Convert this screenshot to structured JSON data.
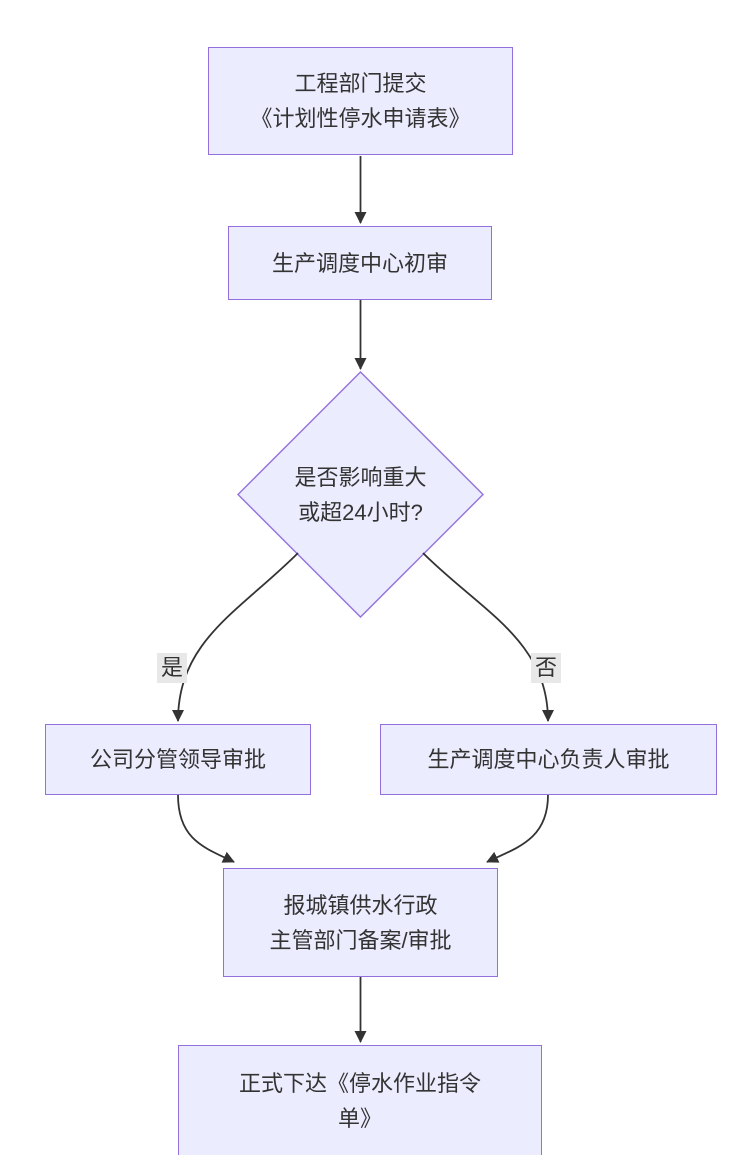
{
  "diagram": {
    "nodes": {
      "submit": {
        "label": "工程部门提交\n《计划性停水申请表》"
      },
      "initial_review": {
        "label": "生产调度中心初审"
      },
      "decision": {
        "label": "是否影响重大\n或超24小时?"
      },
      "leader_approval": {
        "label": "公司分管领导审批"
      },
      "dispatch_head_approval": {
        "label": "生产调度中心负责人审批"
      },
      "report_authority": {
        "label": "报城镇供水行政\n主管部门备案/审批"
      },
      "issue_order": {
        "label": "正式下达《停水作业指令\n单》"
      }
    },
    "edges": [
      {
        "from": "submit",
        "to": "initial_review",
        "label": ""
      },
      {
        "from": "initial_review",
        "to": "decision",
        "label": ""
      },
      {
        "from": "decision",
        "to": "leader_approval",
        "label": "是"
      },
      {
        "from": "decision",
        "to": "dispatch_head_approval",
        "label": "否"
      },
      {
        "from": "leader_approval",
        "to": "report_authority",
        "label": ""
      },
      {
        "from": "dispatch_head_approval",
        "to": "report_authority",
        "label": ""
      },
      {
        "from": "report_authority",
        "to": "issue_order",
        "label": ""
      }
    ]
  },
  "colors": {
    "background": "#ffffff",
    "node_fill": "#ECECFF",
    "node_border": "#9370DB",
    "edge": "#333333",
    "text": "#333333",
    "label_bg": "#e8e8e8"
  }
}
